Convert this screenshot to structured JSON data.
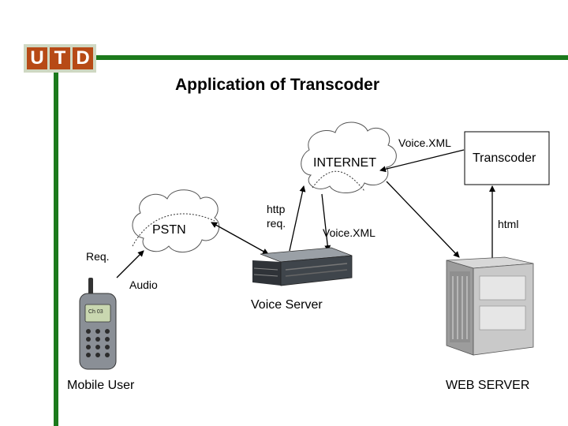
{
  "logo": {
    "letters": [
      "U",
      "T",
      "D"
    ]
  },
  "slide": {
    "title": "Application of Transcoder"
  },
  "diagram": {
    "internet_label": "INTERNET",
    "pstn_label": "PSTN",
    "transcoder_label": "Transcoder",
    "voice_server_label": "Voice Server",
    "web_server_label": "WEB SERVER",
    "mobile_user_label": "Mobile User",
    "phone_screen_text": "Ch 03",
    "edge_labels": {
      "voicexml_top": "Voice.XML",
      "voicexml_mid": "Voice.XML",
      "http_req_line1": "http",
      "http_req_line2": "req.",
      "html": "html",
      "req": "Req.",
      "audio": "Audio"
    }
  },
  "colors": {
    "accent_green": "#1c7a1c",
    "logo_orange": "#b74a16",
    "logo_bg": "#cfd8c2"
  }
}
